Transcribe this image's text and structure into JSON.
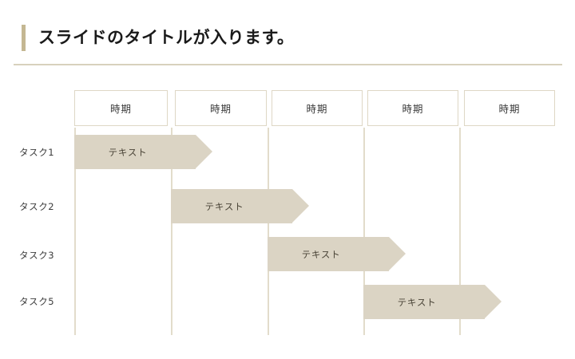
{
  "slide": {
    "title": "スライドのタイトルが入ります。",
    "accent_color": "#c4b792",
    "divider_color": "#d8d1bd",
    "background": "#ffffff"
  },
  "chart_data": {
    "type": "bar",
    "title": "スライドのタイトルが入ります。",
    "xlabel": "",
    "ylabel": "",
    "grid": true,
    "legend": "none",
    "orientation": "horizontal",
    "bar_color": "#dbd4c4",
    "bar_text_color": "#4a4437",
    "gridline_color": "#e2dccb",
    "header_border_color": "#ded7c5",
    "categories": [
      "タスク1",
      "タスク2",
      "タスク3",
      "タスク5"
    ],
    "columns": [
      {
        "label": "時期"
      },
      {
        "label": "時期"
      },
      {
        "label": "時期"
      },
      {
        "label": "時期"
      },
      {
        "label": "時期"
      }
    ],
    "series": [
      {
        "name": "テキスト",
        "bars": [
          {
            "row": "タスク1",
            "label": "テキスト",
            "start_col": 1,
            "end_col": 2
          },
          {
            "row": "タスク2",
            "label": "テキスト",
            "start_col": 2,
            "end_col": 3
          },
          {
            "row": "タスク3",
            "label": "テキスト",
            "start_col": 3,
            "end_col": 4
          },
          {
            "row": "タスク5",
            "label": "テキスト",
            "start_col": 4,
            "end_col": 5
          }
        ]
      }
    ]
  },
  "columns": [
    {
      "label": "時期"
    },
    {
      "label": "時期"
    },
    {
      "label": "時期"
    },
    {
      "label": "時期"
    },
    {
      "label": "時期"
    }
  ],
  "rows": [
    {
      "label": "タスク1",
      "bar_label": "テキスト"
    },
    {
      "label": "タスク2",
      "bar_label": "テキスト"
    },
    {
      "label": "タスク3",
      "bar_label": "テキスト"
    },
    {
      "label": "タスク5",
      "bar_label": "テキスト"
    }
  ]
}
